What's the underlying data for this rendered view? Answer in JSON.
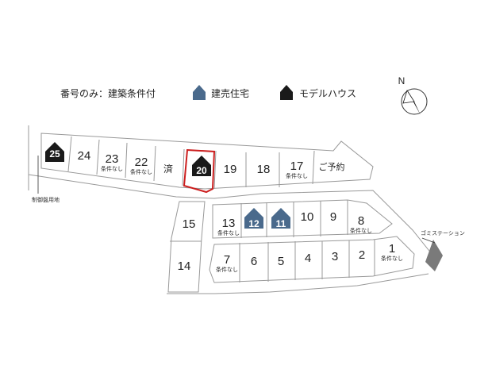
{
  "legend": {
    "number_only": "番号のみ：建築条件付",
    "ready_built": "建売住宅",
    "model_house": "モデルハウス"
  },
  "colors": {
    "ready_built": "#4a6a8c",
    "model_house": "#1a1a1a",
    "highlight": "#cc1f1f",
    "outline": "#888888",
    "road": "#ffffff",
    "garbage_station": "#7a7a7a"
  },
  "compass": {
    "north": "N"
  },
  "labels": {
    "control_panel": "制御盤用地",
    "garbage_station": "ゴミステーション",
    "sold": "済",
    "reserved": "ご予約"
  },
  "lots": [
    {
      "id": "25",
      "type": "model_house",
      "note": ""
    },
    {
      "id": "24",
      "type": "number_only",
      "note": ""
    },
    {
      "id": "23",
      "type": "number_only",
      "note": "条件なし"
    },
    {
      "id": "22",
      "type": "number_only",
      "note": "条件なし"
    },
    {
      "id": "済",
      "type": "sold",
      "note": ""
    },
    {
      "id": "20",
      "type": "model_house",
      "note": "",
      "highlighted": true
    },
    {
      "id": "19",
      "type": "number_only",
      "note": ""
    },
    {
      "id": "18",
      "type": "number_only",
      "note": ""
    },
    {
      "id": "17",
      "type": "number_only",
      "note": "条件なし"
    },
    {
      "id": "ご予約",
      "type": "reserved",
      "note": ""
    },
    {
      "id": "15",
      "type": "number_only",
      "note": ""
    },
    {
      "id": "14",
      "type": "number_only",
      "note": ""
    },
    {
      "id": "13",
      "type": "number_only",
      "note": "条件なし"
    },
    {
      "id": "12",
      "type": "ready_built",
      "note": ""
    },
    {
      "id": "11",
      "type": "ready_built",
      "note": ""
    },
    {
      "id": "10",
      "type": "number_only",
      "note": ""
    },
    {
      "id": "9",
      "type": "number_only",
      "note": ""
    },
    {
      "id": "8",
      "type": "number_only",
      "note": "条件なし"
    },
    {
      "id": "7",
      "type": "number_only",
      "note": "条件なし"
    },
    {
      "id": "6",
      "type": "number_only",
      "note": ""
    },
    {
      "id": "5",
      "type": "number_only",
      "note": ""
    },
    {
      "id": "4",
      "type": "number_only",
      "note": ""
    },
    {
      "id": "3",
      "type": "number_only",
      "note": ""
    },
    {
      "id": "2",
      "type": "number_only",
      "note": ""
    },
    {
      "id": "1",
      "type": "number_only",
      "note": "条件なし"
    }
  ]
}
